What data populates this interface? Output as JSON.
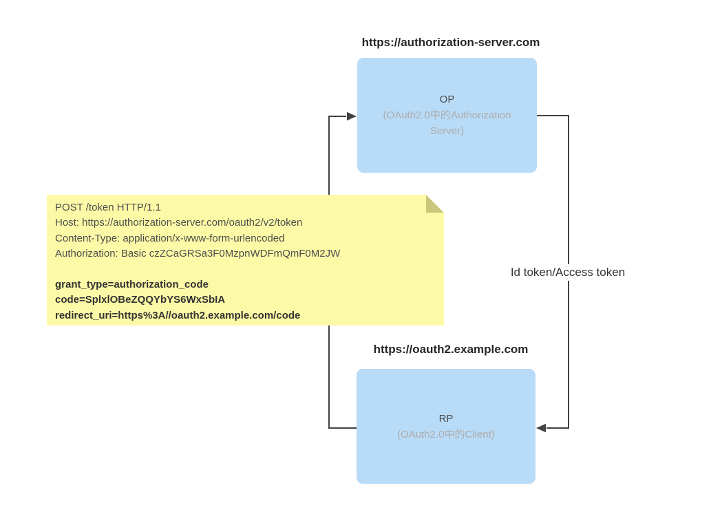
{
  "op_node": {
    "title": "https://authorization-server.com",
    "label": "OP",
    "sublabel": "(OAuth2.0中的Authorization Server)"
  },
  "rp_node": {
    "title": "https://oauth2.example.com",
    "label": "RP",
    "sublabel": "(OAuth2.0中的Client)"
  },
  "edge": {
    "label": "Id token/Access token"
  },
  "note": {
    "lines": [
      {
        "text": "POST /token HTTP/1.1",
        "bold": false
      },
      {
        "text": "Host: https://authorization-server.com/oauth2/v2/token",
        "bold": false
      },
      {
        "text": "Content-Type: application/x-www-form-urlencoded",
        "bold": false
      },
      {
        "text": "Authorization: Basic czZCaGRSa3F0MzpnWDFmQmF0M2JW",
        "bold": false
      },
      {
        "text": "",
        "bold": false
      },
      {
        "text": "grant_type=authorization_code",
        "bold": true
      },
      {
        "text": "code=SplxlOBeZQQYbYS6WxSbIA",
        "bold": true
      },
      {
        "text": "redirect_uri=https%3A//oauth2.example.com/code",
        "bold": true
      }
    ]
  },
  "colors": {
    "node_fill": "#b8dbf7",
    "node_label": "#4d4d4d",
    "node_sublabel": "#adadad",
    "title_text": "#262626",
    "edge_label_text": "#333333",
    "note_fill": "#fdfaa7",
    "note_fold": "#c9c87a",
    "note_text": "#4d4d4d",
    "note_text_bold": "#333333",
    "connector_line": "#424242",
    "background": "#ffffff"
  }
}
